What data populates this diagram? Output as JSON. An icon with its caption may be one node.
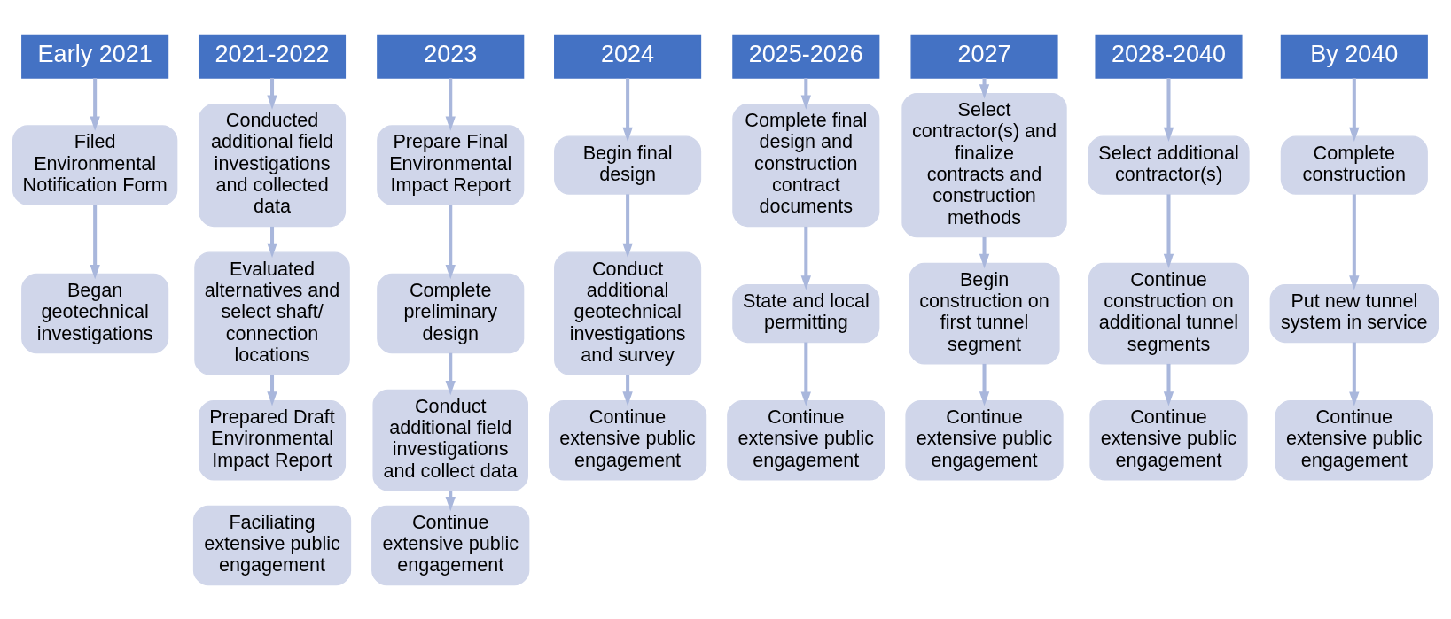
{
  "diagram": {
    "nodes": [
      {
        "text": [
          "Early 2021"
        ]
      },
      {
        "text": [
          "Filed Environmental Notification Form"
        ]
      },
      {
        "text": [
          "Began geotechnical investigations"
        ]
      },
      {
        "text": [
          "2021-2022"
        ]
      },
      {
        "text": [
          "Conducted additional field investigations and collected data"
        ]
      },
      {
        "text": [
          "Evaluated alternatives and select shaft/ connection locations"
        ]
      },
      {
        "text": [
          "Prepared Draft Environmental Impact Report"
        ]
      },
      {
        "text": [
          "Faciliating extensive public engagement"
        ]
      },
      {
        "text": [
          "2023"
        ]
      },
      {
        "text": [
          "Prepare Final Environmental Impact Report"
        ]
      },
      {
        "text": [
          "Complete preliminary design"
        ]
      },
      {
        "text": [
          "Conduct additional field investigations and collect data"
        ]
      },
      {
        "text": [
          "Continue extensive public engagement"
        ]
      },
      {
        "text": [
          "2024"
        ]
      },
      {
        "text": [
          "Begin final design"
        ]
      },
      {
        "text": [
          "Conduct additional geotechnical investigations and survey"
        ]
      },
      {
        "text": [
          "Continue extensive public engagement"
        ]
      },
      {
        "text": [
          "2025-2026"
        ]
      },
      {
        "text": [
          "Complete final design and construction contract documents"
        ]
      },
      {
        "text": [
          "State and local permitting"
        ]
      },
      {
        "text": [
          "Continue extensive public engagement"
        ]
      },
      {
        "text": [
          "2027"
        ]
      },
      {
        "text": [
          "Select contractor(s) and finalize contracts and construction methods"
        ]
      },
      {
        "text": [
          "Begin construction on first tunnel segment"
        ]
      },
      {
        "text": [
          "Continue extensive public engagement"
        ]
      },
      {
        "text": [
          "2028-2040"
        ]
      },
      {
        "text": [
          "Select additional contractor(s)"
        ]
      },
      {
        "text": [
          "Continue construction on additional tunnel segments"
        ]
      },
      {
        "text": [
          "Continue extensive public engagement"
        ]
      },
      {
        "text": [
          "By 2040"
        ]
      },
      {
        "text": [
          "Complete construction"
        ]
      },
      {
        "text": [
          "Put new tunnel system in service"
        ]
      },
      {
        "text": [
          "Continue extensive public engagement"
        ]
      }
    ],
    "edges": [
      {
        "from": 0,
        "to": 1,
        "arrow": "to"
      },
      {
        "from": 1,
        "to": 2,
        "arrow": "to"
      },
      {
        "from": 3,
        "to": 4,
        "arrow": "to"
      },
      {
        "from": 4,
        "to": 5,
        "arrow": "to"
      },
      {
        "from": 5,
        "to": 6,
        "arrow": "to"
      },
      {
        "from": 8,
        "to": 9,
        "arrow": "to"
      },
      {
        "from": 9,
        "to": 10,
        "arrow": "to"
      },
      {
        "from": 10,
        "to": 11,
        "arrow": "to"
      },
      {
        "from": 11,
        "to": 12,
        "arrow": "to"
      },
      {
        "from": 13,
        "to": 14,
        "arrow": "to"
      },
      {
        "from": 14,
        "to": 15,
        "arrow": "to"
      },
      {
        "from": 15,
        "to": 16,
        "arrow": "to"
      },
      {
        "from": 17,
        "to": 18,
        "arrow": "to"
      },
      {
        "from": 18,
        "to": 19,
        "arrow": "to"
      },
      {
        "from": 19,
        "to": 20,
        "arrow": "to"
      },
      {
        "from": 21,
        "to": 22,
        "arrow": "to"
      },
      {
        "from": 22,
        "to": 23,
        "arrow": "to"
      },
      {
        "from": 23,
        "to": 24,
        "arrow": "to"
      },
      {
        "from": 25,
        "to": 26,
        "arrow": "to"
      },
      {
        "from": 26,
        "to": 27,
        "arrow": "to"
      },
      {
        "from": 27,
        "to": 28,
        "arrow": "to"
      },
      {
        "from": 29,
        "to": 30,
        "arrow": "to"
      },
      {
        "from": 30,
        "to": 31,
        "arrow": "to"
      },
      {
        "from": 31,
        "to": 32,
        "arrow": "to"
      }
    ]
  }
}
